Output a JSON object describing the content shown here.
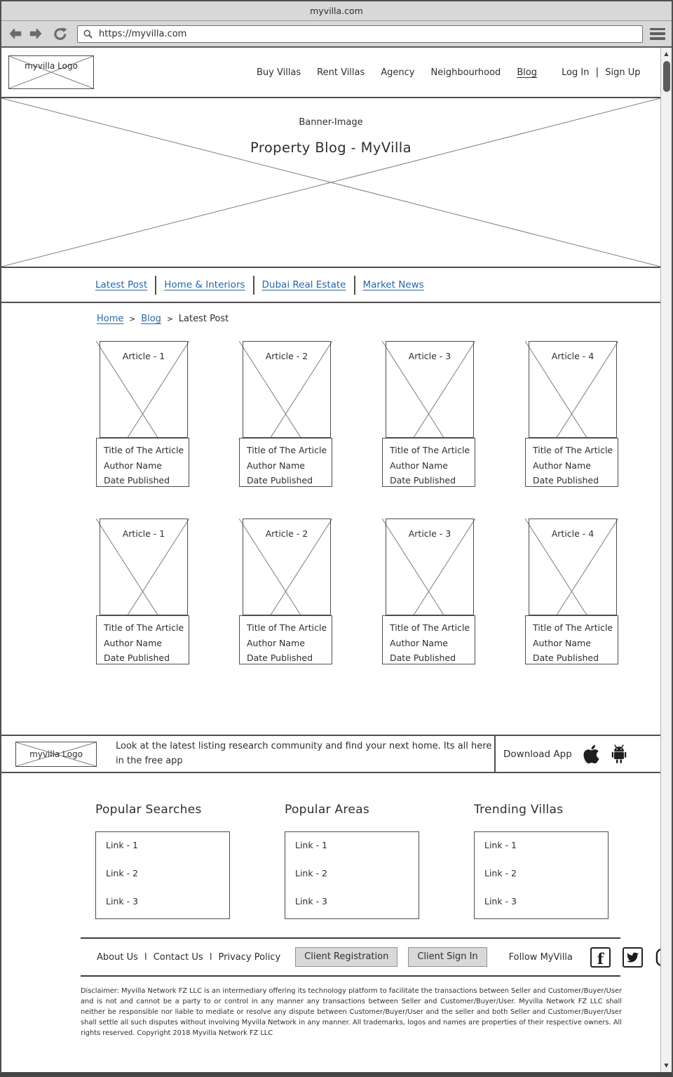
{
  "browser": {
    "tab_title": "myvilla.com",
    "url": "https://myvilla.com"
  },
  "header": {
    "logo_label": "myvilla Logo",
    "nav": [
      "Buy Villas",
      "Rent Villas",
      "Agency",
      "Neighbourhood",
      "Blog"
    ],
    "login_label": "Log In",
    "signup_label": "Sign Up",
    "pipe": "|"
  },
  "banner": {
    "placeholder_label": "Banner-Image",
    "title": "Property Blog - MyVilla"
  },
  "subnav": [
    "Latest Post",
    "Home & Interiors",
    "Dubai Real Estate",
    "Market News"
  ],
  "breadcrumb": {
    "items": [
      "Home",
      "Blog",
      "Latest Post"
    ],
    "separator": ">"
  },
  "cards": [
    {
      "image_label": "Article - 1",
      "title": "Title of The Article",
      "author": "Author Name",
      "date": "Date Published"
    },
    {
      "image_label": "Article - 2",
      "title": "Title of The Article",
      "author": "Author Name",
      "date": "Date Published"
    },
    {
      "image_label": "Article - 3",
      "title": "Title of The Article",
      "author": "Author Name",
      "date": "Date Published"
    },
    {
      "image_label": "Article - 4",
      "title": "Title of The Article",
      "author": "Author Name",
      "date": "Date Published"
    },
    {
      "image_label": "Article - 1",
      "title": "Title of The Article",
      "author": "Author Name",
      "date": "Date Published"
    },
    {
      "image_label": "Article - 2",
      "title": "Title of The Article",
      "author": "Author Name",
      "date": "Date Published"
    },
    {
      "image_label": "Article - 3",
      "title": "Title of The Article",
      "author": "Author Name",
      "date": "Date Published"
    },
    {
      "image_label": "Article - 4",
      "title": "Title of The Article",
      "author": "Author Name",
      "date": "Date Published"
    }
  ],
  "app_strip": {
    "logo_label": "myvilla Logo",
    "text": "Look at the latest listing research community and find your next home. Its all here in the free app",
    "download_label": "Download App"
  },
  "footer": {
    "columns": [
      {
        "title": "Popular Searches",
        "links": [
          "Link - 1",
          "Link - 2",
          "Link - 3"
        ]
      },
      {
        "title": "Popular Areas",
        "links": [
          "Link - 1",
          "Link - 2",
          "Link - 3"
        ]
      },
      {
        "title": "Trending Villas",
        "links": [
          "Link - 1",
          "Link - 2",
          "Link - 3"
        ]
      }
    ],
    "links": [
      "About Us",
      "Contact Us",
      "Privacy Policy"
    ],
    "link_separator": "I",
    "buttons": [
      "Client Registration",
      "Client Sign In"
    ],
    "follow_label": "Follow MyVilla",
    "disclaimer": "Disclaimer: Myvilla Network FZ LLC is an intermediary offering its technology platform to facilitate the transactions between Seller and Customer/Buyer/User and is not and cannot be a party to or control in any manner any transactions between Seller and Customer/Buyer/User. Myvilla Network FZ LLC shall neither be responsible nor liable to mediate or resolve any dispute between Customer/Buyer/User and the seller and both Seller and Customer/Buyer/User shall settle all such disputes without involving Myvilla Network in any manner. All trademarks, logos and names are properties of their respective owners. All rights reserved. Copyright 2018 Myvilla Network FZ LLC"
  },
  "colors": {
    "link_blue": "#2766a9",
    "chrome_gray": "#d8d8d8",
    "wireframe_line": "#4d4d4d"
  }
}
